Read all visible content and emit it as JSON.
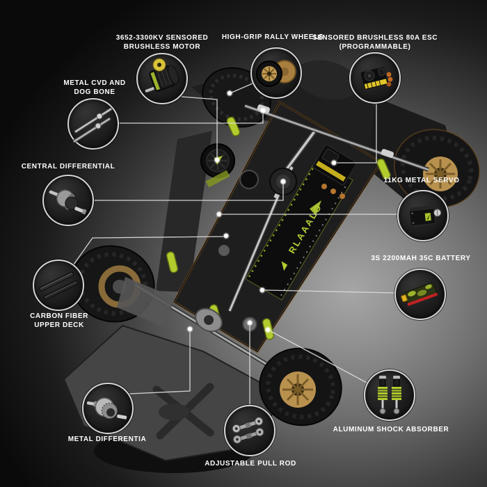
{
  "page": {
    "type": "rc-car-parts-infographic",
    "colors": {
      "background_dark": "#0a0a0a",
      "background_spotlight": "#a6a6a6",
      "label_text": "#ffffff",
      "inset_ring": "#d6d6d6",
      "connector_line": "#dcdcdc",
      "connector_dot": "#ffffff",
      "accent_lime": "#b5cc33",
      "rim_gold": "#c0994f",
      "cutaway_copper": "#9c6b2c"
    }
  },
  "brand": {
    "chassis_text": "RLAAALO"
  },
  "callouts": {
    "motor": {
      "label_line1": "3652-3300KV SENSORED",
      "label_line2": "BRUSHLESS MOTOR",
      "icon": "brushless-motor-icon"
    },
    "wheels": {
      "label_line1": "HIGH-GRIP RALLY WHEELS",
      "icon": "rally-wheels-icon"
    },
    "esc": {
      "label_line1": "SENSORED BRUSHLESS 80A ESC",
      "label_line2": "(PROGRAMMABLE)",
      "icon": "esc-icon"
    },
    "cvd": {
      "label_line1": "METAL CVD AND",
      "label_line2": "DOG BONE",
      "icon": "cvd-dogbone-icon"
    },
    "central_diff": {
      "label_line1": "CENTRAL DIFFERENTIAL",
      "icon": "central-differential-icon"
    },
    "servo": {
      "label_line1": "11KG METAL SERVO",
      "icon": "metal-servo-icon"
    },
    "battery": {
      "label_line1": "3S 2200MAH 35C BATTERY",
      "icon": "lipo-battery-icon"
    },
    "upper_deck": {
      "label_line1": "CARBON FIBER",
      "label_line2": "UPPER DECK",
      "icon": "carbon-upper-deck-icon"
    },
    "metal_diff": {
      "label_line1": "METAL DIFFERENTIA",
      "icon": "metal-differential-icon"
    },
    "pull_rod": {
      "label_line1": "ADJUSTABLE PULL ROD",
      "icon": "pull-rod-icon"
    },
    "shock": {
      "label_line1": "ALUMINUM SHOCK ABSORBER",
      "icon": "shock-absorber-icon"
    }
  }
}
